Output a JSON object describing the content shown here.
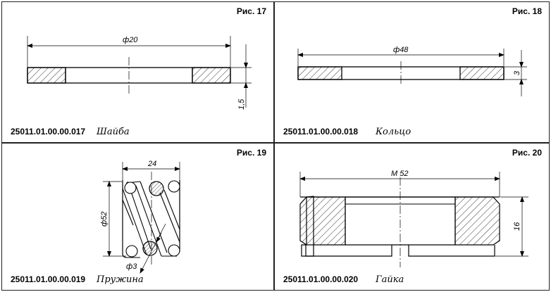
{
  "panels": [
    {
      "figure": "Рис. 17",
      "code": "25011.01.00.00.017",
      "name": "Шайба",
      "dims": [
        "ф20",
        "1,5"
      ]
    },
    {
      "figure": "Рис. 18",
      "code": "25011.01.00.00.018",
      "name": "Кольцо",
      "dims": [
        "ф48",
        "3"
      ]
    },
    {
      "figure": "Рис. 19",
      "code": "25011.01.00.00.019",
      "name": "Пружина",
      "dims": [
        "24",
        "ф52",
        "ф3"
      ]
    },
    {
      "figure": "Рис. 20",
      "code": "25011.01.00.00.020",
      "name": "Гайка",
      "dims": [
        "M 52",
        "16"
      ]
    }
  ]
}
